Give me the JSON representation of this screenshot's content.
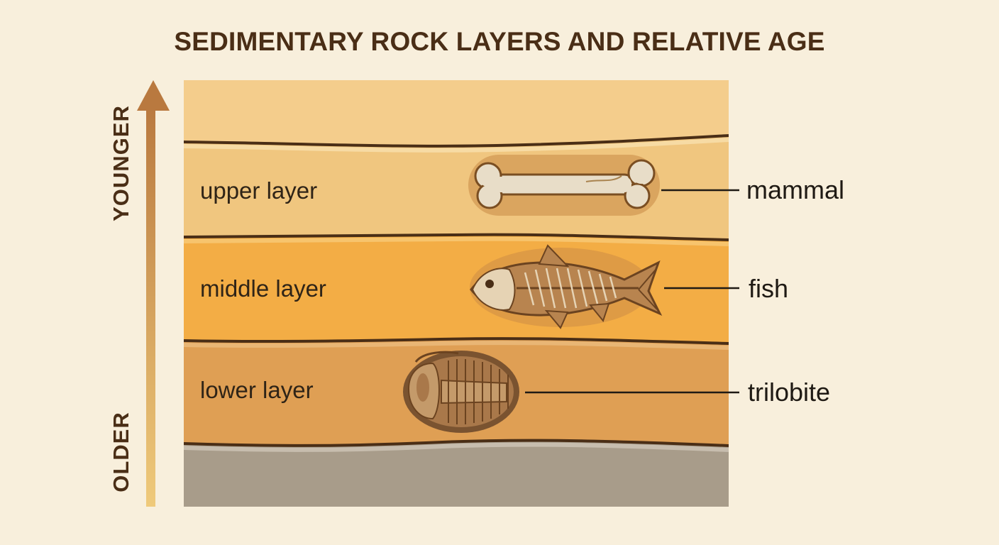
{
  "title": "SEDIMENTARY ROCK LAYERS AND RELATIVE AGE",
  "axis": {
    "top_label": "YOUNGER",
    "bottom_label": "OLDER"
  },
  "layers": [
    {
      "label": "upper layer",
      "fossil": "mammal",
      "color": "#f0c67f"
    },
    {
      "label": "middle layer",
      "fossil": "fish",
      "color": "#f3ad45"
    },
    {
      "label": "lower layer",
      "fossil": "trilobite",
      "color": "#df9f54"
    }
  ],
  "colors": {
    "top_layer": "#f4cd8c",
    "bedrock": "#a89c8a",
    "boundary": "#4a2e16",
    "arrow": "#d3a15c"
  }
}
